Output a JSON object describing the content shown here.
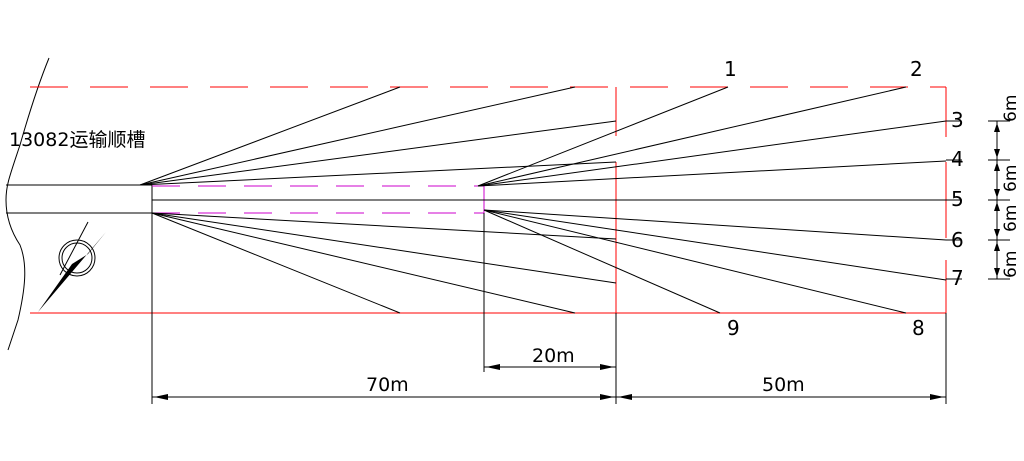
{
  "tunnel_label": "13082运输顺槽",
  "hole_numbers": [
    "1",
    "2",
    "3",
    "4",
    "5",
    "6",
    "7",
    "8",
    "9"
  ],
  "dimensions": {
    "d70": "70m",
    "d20": "20m",
    "d50": "50m",
    "spacing": [
      "6m",
      "6m",
      "6m",
      "6m"
    ]
  },
  "colors": {
    "boundary": "#ff0000",
    "cavity": "#cc00cc",
    "line": "#000000"
  }
}
